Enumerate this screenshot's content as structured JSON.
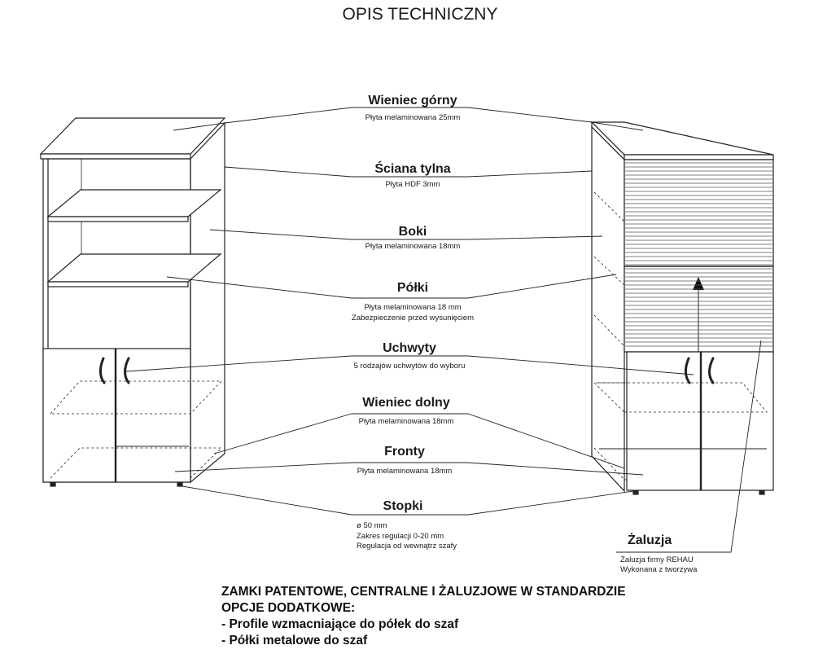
{
  "title": "OPIS TECHNICZNY",
  "callouts": [
    {
      "label": "Wieniec górny",
      "lines": [
        "Płyta melaminowana 25mm"
      ]
    },
    {
      "label": "Ściana tylna",
      "lines": [
        "Płyta HDF 3mm"
      ]
    },
    {
      "label": "Boki",
      "lines": [
        "Płyta melaminowana 18mm"
      ]
    },
    {
      "label": "Półki",
      "lines": [
        "Płyta melaminowana 18 mm",
        "Zabezpieczenie przed wysunięciem"
      ]
    },
    {
      "label": "Uchwyty",
      "lines": [
        "5 rodzajów uchwytów do wyboru"
      ]
    },
    {
      "label": "Wieniec dolny",
      "lines": [
        "Płyta melaminowana 18mm"
      ]
    },
    {
      "label": "Fronty",
      "lines": [
        "Płyta melaminowana 18mm"
      ]
    },
    {
      "label": "Stopki",
      "lines": [
        "ø 50 mm",
        "Zakres regulacji 0-20 mm",
        "Regulacja od wewnątrz szafy"
      ]
    },
    {
      "label": "Żaluzja",
      "lines": [
        "Żaluzja firmy REHAU",
        "Wykonana z tworzywa"
      ]
    }
  ],
  "footer": {
    "line1": "ZAMKI PATENTOWE, CENTRALNE I ŻALUZJOWE W STANDARDZIE",
    "line2": "OPCJE DODATKOWE:",
    "line3": "- Profile wzmacniające do półek do szaf",
    "line4": "- Półki metalowe do szaf"
  }
}
